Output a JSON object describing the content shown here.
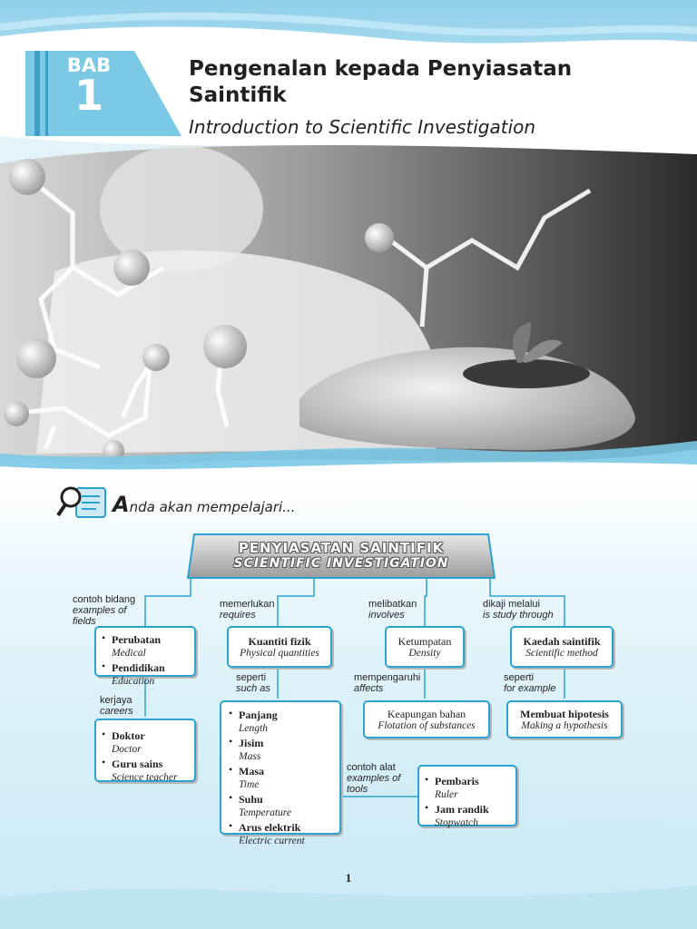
{
  "chapter": {
    "label": "BAB",
    "number": "1",
    "title_ms": "Pengenalan kepada Penyiasatan Saintifik",
    "title_en": "Introduction to Scientific Investigation"
  },
  "learn": {
    "first_letter": "A",
    "rest": "nda akan mempelajari..."
  },
  "map": {
    "banner_ms": "PENYIASATAN SAINTIFIK",
    "banner_en": "SCIENTIFIC INVESTIGATION",
    "branches": [
      {
        "link_ms": "contoh bidang",
        "link_en": "examples of fields",
        "box": [
          {
            "ms": "Perubatan",
            "en": "Medical"
          },
          {
            "ms": "Pendidikan",
            "en": "Education"
          }
        ],
        "sub_link_ms": "kerjaya",
        "sub_link_en": "careers",
        "sub_box": [
          {
            "ms": "Doktor",
            "en": "Doctor"
          },
          {
            "ms": "Guru sains",
            "en": "Science teacher"
          }
        ]
      },
      {
        "link_ms": "memerlukan",
        "link_en": "requires",
        "box": {
          "ms": "Kuantiti fizik",
          "en": "Physical quantities"
        },
        "sub_link_ms": "seperti",
        "sub_link_en": "such as",
        "sub_box": [
          {
            "ms": "Panjang",
            "en": "Length"
          },
          {
            "ms": "Jisim",
            "en": "Mass"
          },
          {
            "ms": "Masa",
            "en": "Time"
          },
          {
            "ms": "Suhu",
            "en": "Temperature"
          },
          {
            "ms": "Arus elektrik",
            "en": "Electric current"
          }
        ],
        "tools_link_ms": "contoh alat",
        "tools_link_en": "examples of tools",
        "tools_box": [
          {
            "ms": "Pembaris",
            "en": "Ruler"
          },
          {
            "ms": "Jam randik",
            "en": "Stopwatch"
          }
        ]
      },
      {
        "link_ms": "melibatkan",
        "link_en": "involves",
        "box": {
          "ms": "Ketumpatan",
          "en": "Density"
        },
        "sub_link_ms": "mempengaruhi",
        "sub_link_en": "affects",
        "sub_box": {
          "ms": "Keapungan bahan",
          "en": "Flotation of substances"
        }
      },
      {
        "link_ms": "dikaji melalui",
        "link_en": "is study through",
        "box": {
          "ms": "Kaedah saintifik",
          "en": "Scientific method"
        },
        "sub_link_ms": "seperti",
        "sub_link_en": "for example",
        "sub_box": {
          "ms": "Membuat hipotesis",
          "en": "Making a hypothesis"
        }
      }
    ]
  },
  "page_number": "1",
  "colors": {
    "accent": "#2ba3d2",
    "tab": "#7cc9e6",
    "tab_dark": "#3f9fc6"
  },
  "icons": [
    "magnifier-document-icon"
  ]
}
